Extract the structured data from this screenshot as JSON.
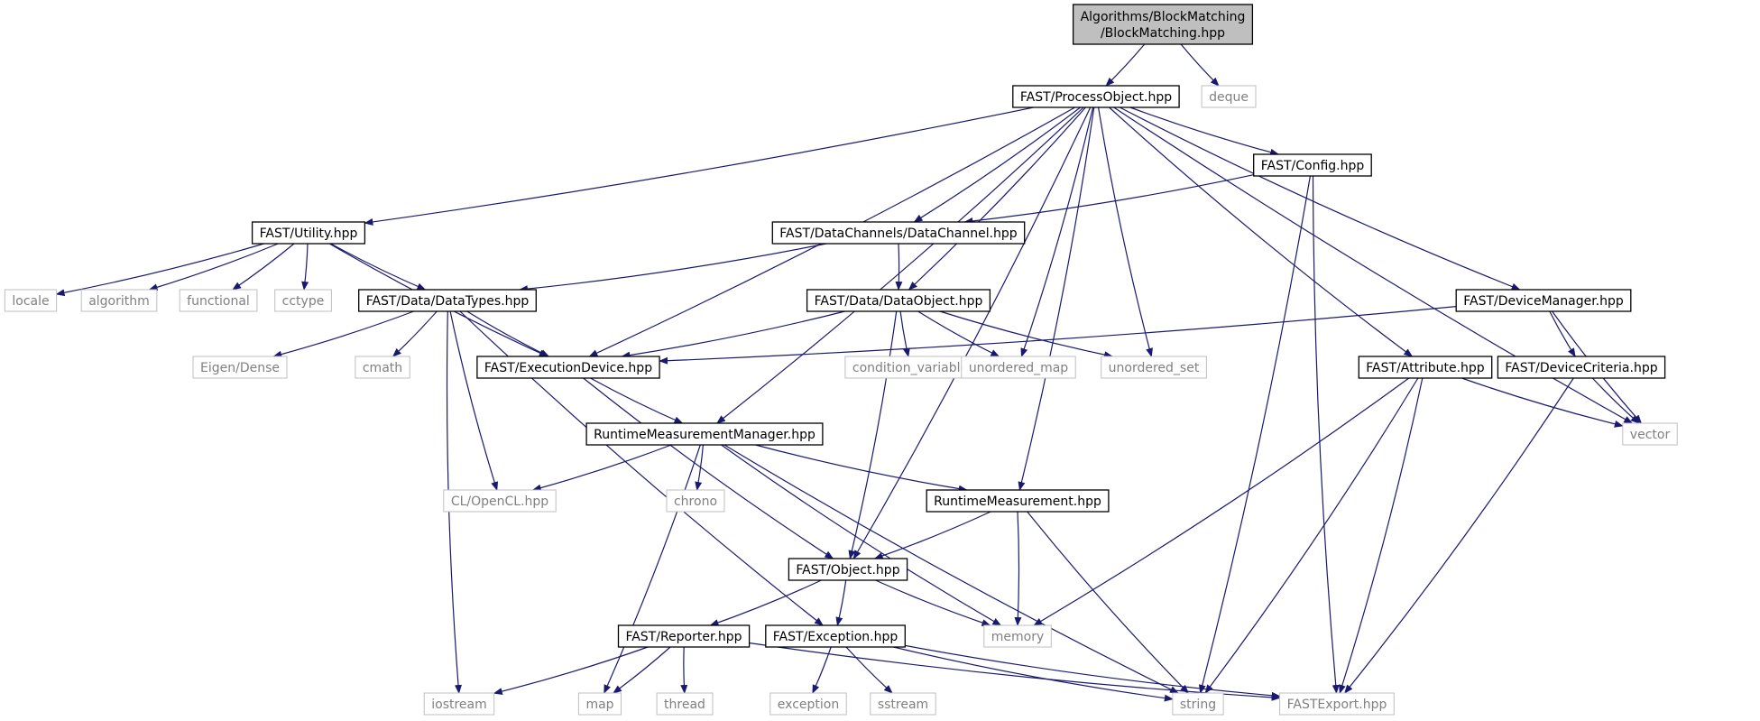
{
  "colors": {
    "edge": "#191970",
    "root_fill": "#bfbfbf",
    "root_stroke": "#000000",
    "node_stroke": "#000000",
    "ext_stroke": "#bfbfbf",
    "text_main": "#000000",
    "text_ext": "#808080"
  },
  "nodes": [
    {
      "id": "root",
      "kind": "root",
      "lines": [
        "Algorithms/BlockMatching",
        "/BlockMatching.hpp"
      ]
    },
    {
      "id": "processobject",
      "kind": "header",
      "lines": [
        "FAST/ProcessObject.hpp"
      ]
    },
    {
      "id": "deque",
      "kind": "external",
      "lines": [
        "deque"
      ]
    },
    {
      "id": "config",
      "kind": "header",
      "lines": [
        "FAST/Config.hpp"
      ]
    },
    {
      "id": "utility",
      "kind": "header",
      "lines": [
        "FAST/Utility.hpp"
      ]
    },
    {
      "id": "datachannel",
      "kind": "header",
      "lines": [
        "FAST/DataChannels/DataChannel.hpp"
      ]
    },
    {
      "id": "locale",
      "kind": "external",
      "lines": [
        "locale"
      ]
    },
    {
      "id": "algorithm",
      "kind": "external",
      "lines": [
        "algorithm"
      ]
    },
    {
      "id": "functional",
      "kind": "external",
      "lines": [
        "functional"
      ]
    },
    {
      "id": "cctype",
      "kind": "external",
      "lines": [
        "cctype"
      ]
    },
    {
      "id": "datatypes",
      "kind": "header",
      "lines": [
        "FAST/Data/DataTypes.hpp"
      ]
    },
    {
      "id": "dataobject",
      "kind": "header",
      "lines": [
        "FAST/Data/DataObject.hpp"
      ]
    },
    {
      "id": "devicemanager",
      "kind": "header",
      "lines": [
        "FAST/DeviceManager.hpp"
      ]
    },
    {
      "id": "eigen",
      "kind": "external",
      "lines": [
        "Eigen/Dense"
      ]
    },
    {
      "id": "cmath",
      "kind": "external",
      "lines": [
        "cmath"
      ]
    },
    {
      "id": "executiondevice",
      "kind": "header",
      "lines": [
        "FAST/ExecutionDevice.hpp"
      ]
    },
    {
      "id": "condvar",
      "kind": "external",
      "lines": [
        "condition_variable"
      ]
    },
    {
      "id": "umap",
      "kind": "external",
      "lines": [
        "unordered_map"
      ]
    },
    {
      "id": "uset",
      "kind": "external",
      "lines": [
        "unordered_set"
      ]
    },
    {
      "id": "attribute",
      "kind": "header",
      "lines": [
        "FAST/Attribute.hpp"
      ]
    },
    {
      "id": "devicecriteria",
      "kind": "header",
      "lines": [
        "FAST/DeviceCriteria.hpp"
      ]
    },
    {
      "id": "rtmm",
      "kind": "header",
      "lines": [
        "RuntimeMeasurementManager.hpp"
      ]
    },
    {
      "id": "vector",
      "kind": "external",
      "lines": [
        "vector"
      ]
    },
    {
      "id": "opencl",
      "kind": "external",
      "lines": [
        "CL/OpenCL.hpp"
      ]
    },
    {
      "id": "chrono",
      "kind": "external",
      "lines": [
        "chrono"
      ]
    },
    {
      "id": "rtm",
      "kind": "header",
      "lines": [
        "RuntimeMeasurement.hpp"
      ]
    },
    {
      "id": "object",
      "kind": "header",
      "lines": [
        "FAST/Object.hpp"
      ]
    },
    {
      "id": "reporter",
      "kind": "header",
      "lines": [
        "FAST/Reporter.hpp"
      ]
    },
    {
      "id": "exception",
      "kind": "header",
      "lines": [
        "FAST/Exception.hpp"
      ]
    },
    {
      "id": "memory",
      "kind": "external",
      "lines": [
        "memory"
      ]
    },
    {
      "id": "iostream",
      "kind": "external",
      "lines": [
        "iostream"
      ]
    },
    {
      "id": "map",
      "kind": "external",
      "lines": [
        "map"
      ]
    },
    {
      "id": "thread",
      "kind": "external",
      "lines": [
        "thread"
      ]
    },
    {
      "id": "exception_std",
      "kind": "external",
      "lines": [
        "exception"
      ]
    },
    {
      "id": "sstream",
      "kind": "external",
      "lines": [
        "sstream"
      ]
    },
    {
      "id": "string",
      "kind": "external",
      "lines": [
        "string"
      ]
    },
    {
      "id": "fastexport",
      "kind": "external",
      "lines": [
        "FASTExport.hpp"
      ]
    }
  ],
  "edges": [
    [
      "root",
      "processobject"
    ],
    [
      "root",
      "deque"
    ],
    [
      "processobject",
      "utility"
    ],
    [
      "processobject",
      "executiondevice"
    ],
    [
      "processobject",
      "rtmm"
    ],
    [
      "processobject",
      "object"
    ],
    [
      "processobject",
      "datachannel"
    ],
    [
      "processobject",
      "dataobject"
    ],
    [
      "processobject",
      "umap"
    ],
    [
      "processobject",
      "uset"
    ],
    [
      "processobject",
      "rtm"
    ],
    [
      "processobject",
      "config"
    ],
    [
      "processobject",
      "attribute"
    ],
    [
      "processobject",
      "devicemanager"
    ],
    [
      "processobject",
      "vector"
    ],
    [
      "config",
      "datachannel"
    ],
    [
      "config",
      "string"
    ],
    [
      "config",
      "fastexport"
    ],
    [
      "utility",
      "locale"
    ],
    [
      "utility",
      "algorithm"
    ],
    [
      "utility",
      "functional"
    ],
    [
      "utility",
      "cctype"
    ],
    [
      "utility",
      "datatypes"
    ],
    [
      "utility",
      "executiondevice"
    ],
    [
      "datachannel",
      "datatypes"
    ],
    [
      "datachannel",
      "dataobject"
    ],
    [
      "datatypes",
      "eigen"
    ],
    [
      "datatypes",
      "cmath"
    ],
    [
      "datatypes",
      "executiondevice"
    ],
    [
      "datatypes",
      "opencl"
    ],
    [
      "datatypes",
      "exception"
    ],
    [
      "datatypes",
      "iostream"
    ],
    [
      "dataobject",
      "executiondevice"
    ],
    [
      "dataobject",
      "condvar"
    ],
    [
      "dataobject",
      "umap"
    ],
    [
      "dataobject",
      "uset"
    ],
    [
      "dataobject",
      "object"
    ],
    [
      "devicemanager",
      "executiondevice"
    ],
    [
      "devicemanager",
      "devicecriteria"
    ],
    [
      "devicemanager",
      "vector"
    ],
    [
      "devicecriteria",
      "vector"
    ],
    [
      "devicecriteria",
      "fastexport"
    ],
    [
      "attribute",
      "vector"
    ],
    [
      "attribute",
      "memory"
    ],
    [
      "attribute",
      "string"
    ],
    [
      "attribute",
      "fastexport"
    ],
    [
      "executiondevice",
      "rtmm"
    ],
    [
      "executiondevice",
      "object"
    ],
    [
      "rtmm",
      "opencl"
    ],
    [
      "rtmm",
      "chrono"
    ],
    [
      "rtmm",
      "rtm"
    ],
    [
      "rtmm",
      "memory"
    ],
    [
      "rtmm",
      "map"
    ],
    [
      "rtmm",
      "string"
    ],
    [
      "rtm",
      "object"
    ],
    [
      "rtm",
      "memory"
    ],
    [
      "rtm",
      "string"
    ],
    [
      "object",
      "reporter"
    ],
    [
      "object",
      "exception"
    ],
    [
      "object",
      "memory"
    ],
    [
      "reporter",
      "iostream"
    ],
    [
      "reporter",
      "map"
    ],
    [
      "reporter",
      "thread"
    ],
    [
      "reporter",
      "fastexport"
    ],
    [
      "exception",
      "exception_std"
    ],
    [
      "exception",
      "sstream"
    ],
    [
      "exception",
      "string"
    ],
    [
      "exception",
      "fastexport"
    ]
  ]
}
